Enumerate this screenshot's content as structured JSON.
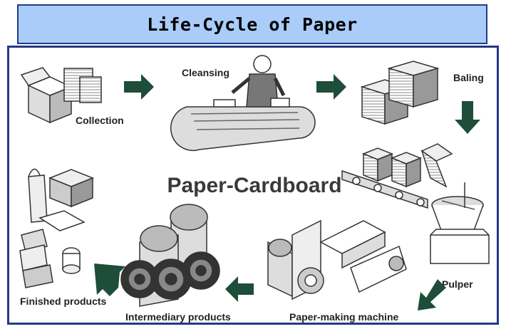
{
  "title": "Life-Cycle of Paper",
  "center_label": "Paper-Cardboard",
  "stages": {
    "collection": "Collection",
    "cleansing": "Cleansing",
    "baling": "Baling",
    "pulper": "Pulper",
    "paper_making": "Paper-making machine",
    "intermediary": "Intermediary products",
    "finished": "Finished products"
  },
  "colors": {
    "title_bg": "#aaccf8",
    "border": "#233a86",
    "arrow": "#1e4d3a",
    "center_text": "#3a3a3a"
  }
}
